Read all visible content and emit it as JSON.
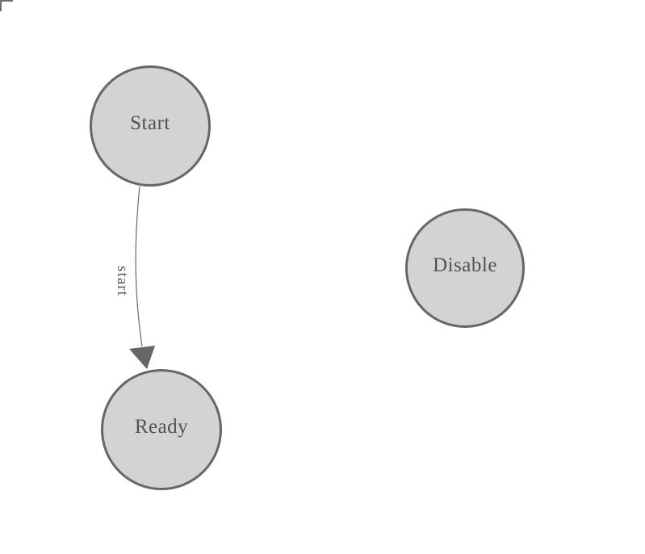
{
  "diagram": {
    "nodes": [
      {
        "id": "start",
        "label": "Start"
      },
      {
        "id": "ready",
        "label": "Ready"
      },
      {
        "id": "disable",
        "label": "Disable"
      }
    ],
    "edges": [
      {
        "from": "start",
        "to": "ready",
        "label": "start"
      }
    ]
  },
  "colors": {
    "background": "#ffffff",
    "node-fill": "#d3d3d3",
    "node-stroke": "#666666",
    "node-label": "#4f5257",
    "edge-stroke": "#6b6b6b",
    "edge-label": "#4e5a66",
    "arrowhead": "#666666",
    "corner-mark": "#6e6e6e"
  }
}
